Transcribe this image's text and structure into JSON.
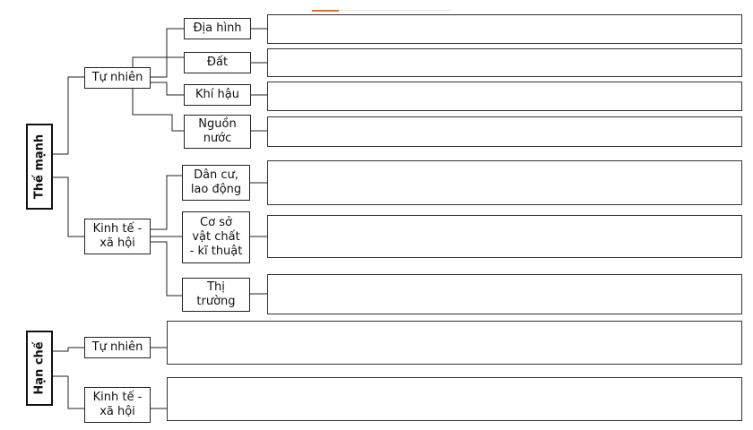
{
  "diagram": {
    "strengths_label": "Thế mạnh",
    "limits_label": "Hạn chế",
    "natural_label": "Tự nhiên",
    "socio_label": "Kinh tế -\nxã hội",
    "natural_items": [
      "Địa hình",
      "Đất",
      "Khí hậu",
      "Nguồn\nnước"
    ],
    "socio_items": [
      "Dân cư,\nlao động",
      "Cơ sở\nvật chất\n- kĩ thuật",
      "Thị\ntrường"
    ],
    "limit_natural_label": "Tự nhiên",
    "limit_socio_label": "Kinh tế -\nxã hội"
  },
  "colors": {
    "line": "#222222",
    "accent": "#e8702a"
  }
}
